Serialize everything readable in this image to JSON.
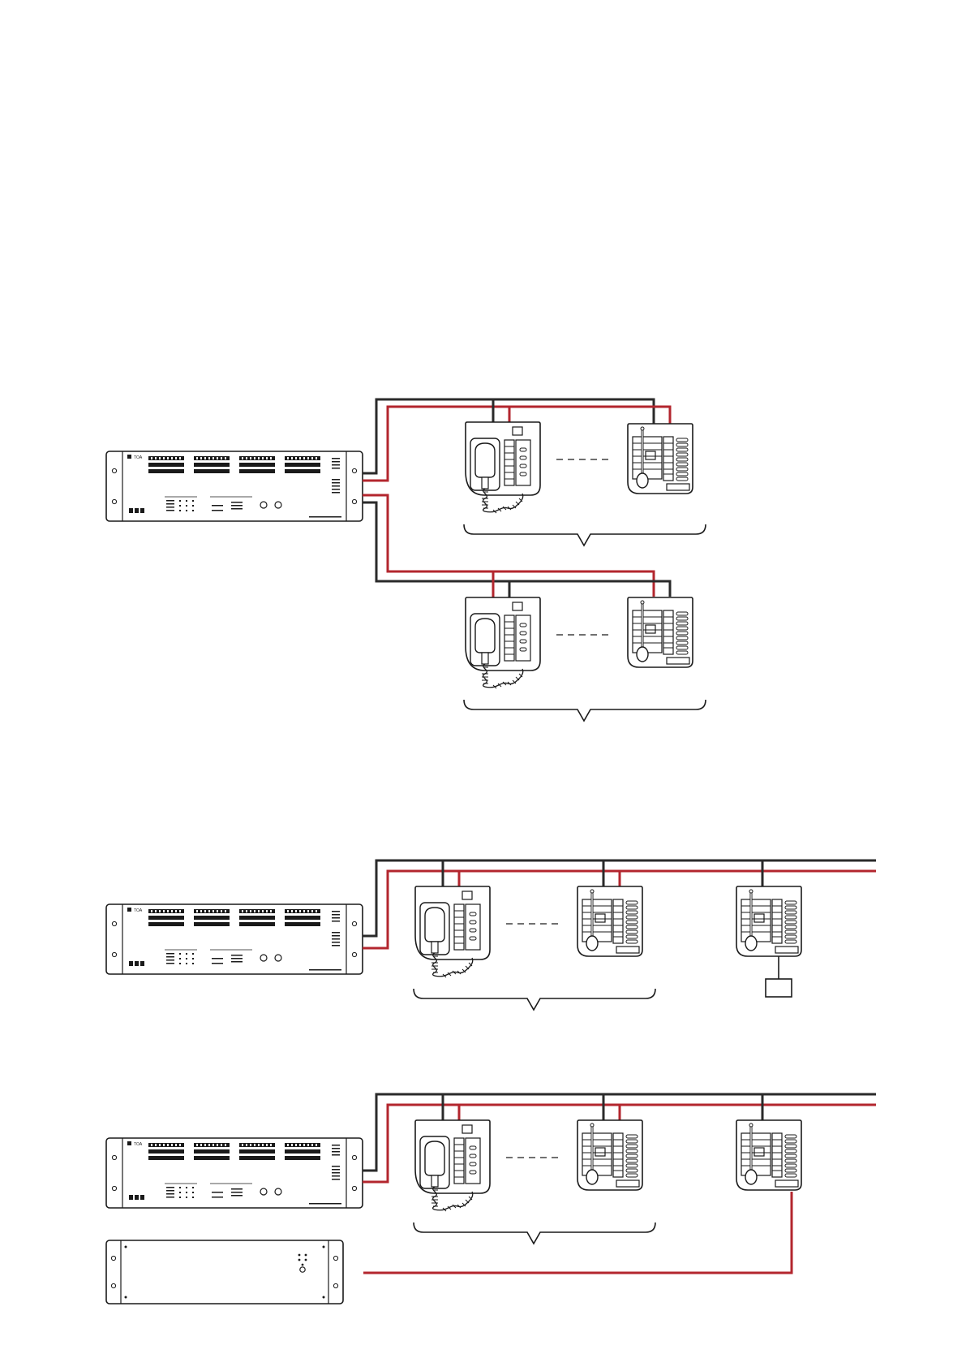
{
  "page": {
    "background": "#ffffff"
  },
  "colors": {
    "black_wire": "#2a2a2a",
    "red_wire": "#b3262e",
    "outline": "#1a1a1a",
    "panel_fill": "#ffffff"
  },
  "devices": {
    "controller_logo": "TOA",
    "icons": [
      "rack-unit-icon",
      "handset-station-icon",
      "gooseneck-station-icon",
      "small-box-icon",
      "rack-blank-panel-icon"
    ]
  },
  "diagrams": [
    {
      "name": "diagram-1-two-lines",
      "rows": 2
    },
    {
      "name": "diagram-2-bus-with-box",
      "rows": 1
    },
    {
      "name": "diagram-3-bus-with-rack",
      "rows": 1
    }
  ]
}
